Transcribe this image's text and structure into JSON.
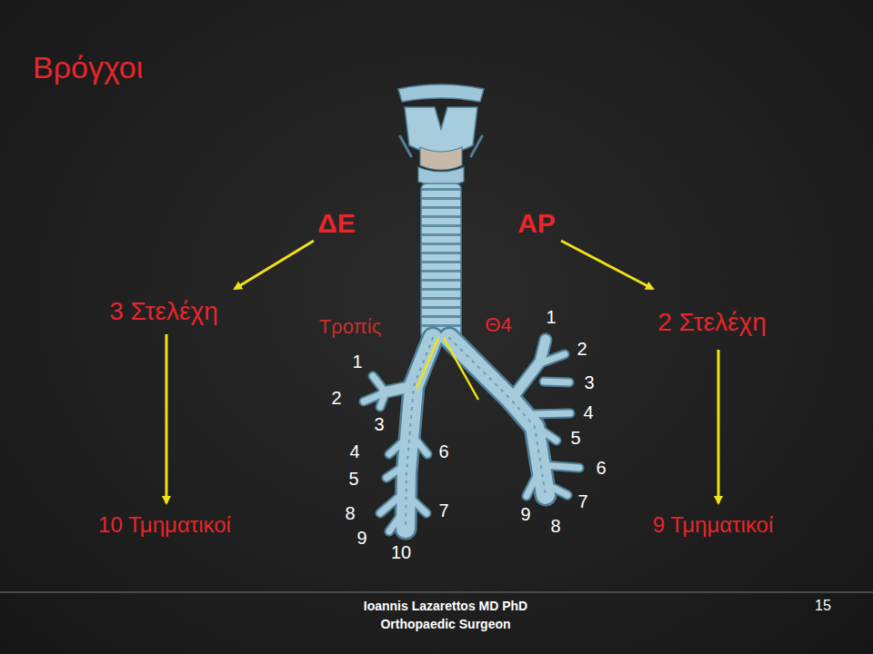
{
  "diagram": {
    "title": "Βρόγχοι",
    "labels": [
      "ΔΕ",
      "ΑΡ",
      "3 Στελέχη",
      "10 Τμηματικοί",
      "2 Στελέχη",
      "9 Τμηματικοί",
      "Τροπίς",
      "Θ4",
      "1",
      "2",
      "3",
      "4",
      "5",
      "8",
      "9",
      "10",
      "6",
      "7",
      "1",
      "2",
      "3",
      "4",
      "5",
      "6",
      "7",
      "8",
      "9",
      "Ioannis Lazarettos MD PhD",
      "Orthopaedic Surgeon",
      "15"
    ]
  }
}
